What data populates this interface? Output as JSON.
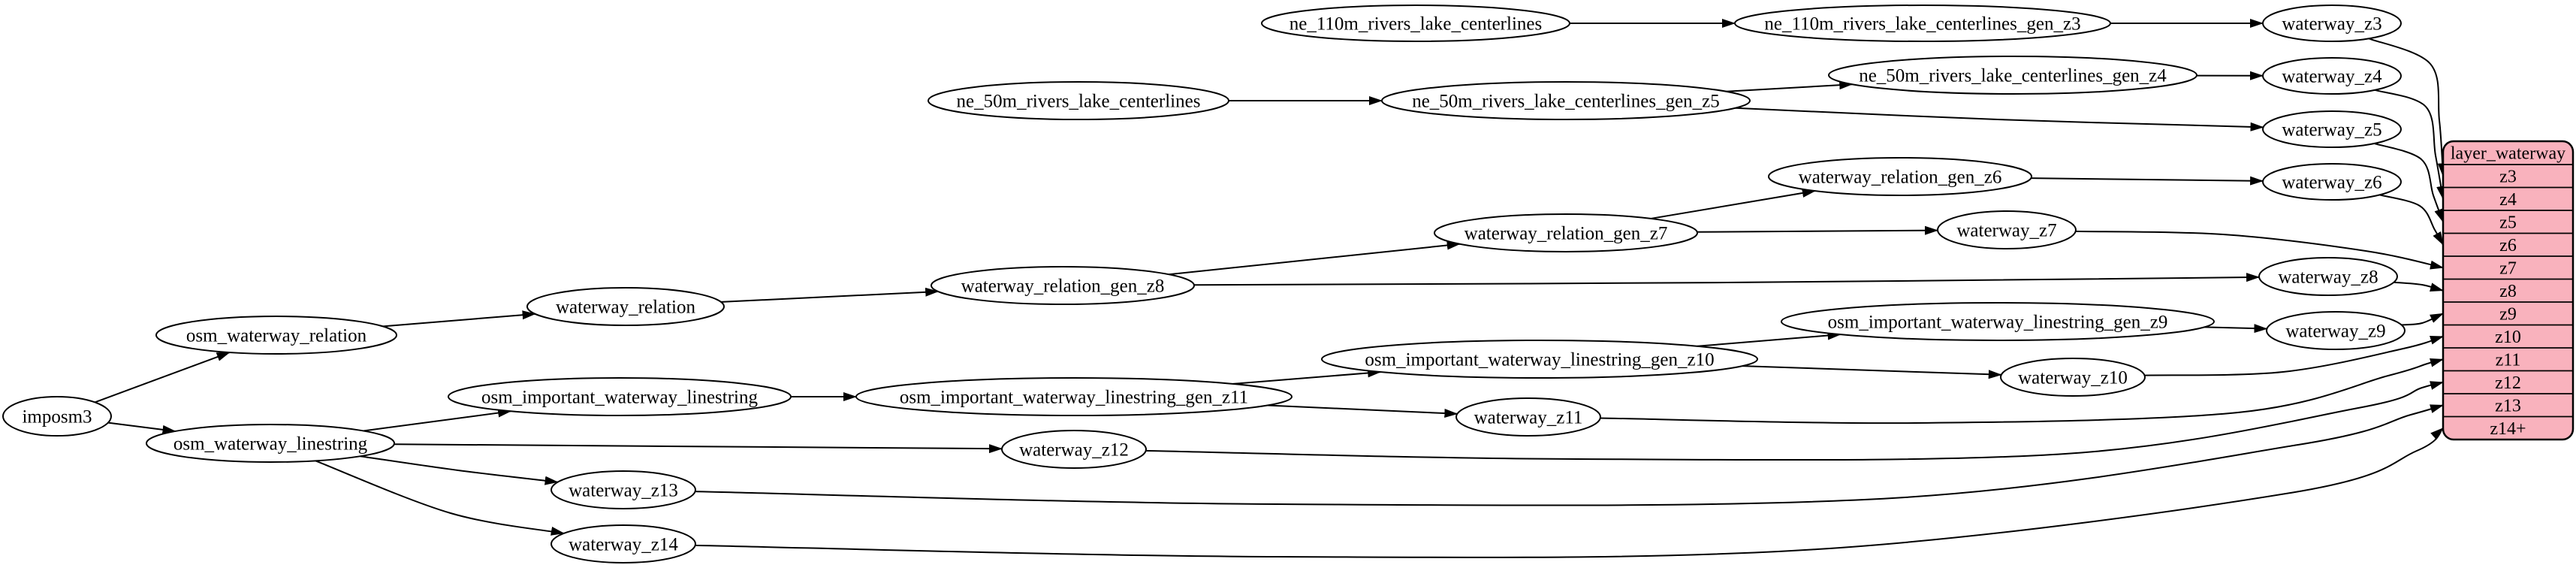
{
  "diagram": {
    "colors": {
      "background": "#ffffff",
      "node_fill": "#ffffff",
      "node_stroke": "#000000",
      "edge": "#000000",
      "table_fill": "#f9b2bd",
      "table_stroke": "#000000"
    },
    "nodes": [
      {
        "id": "imposm3",
        "label": "imposm3"
      },
      {
        "id": "osm_waterway_relation",
        "label": "osm_waterway_relation"
      },
      {
        "id": "waterway_relation",
        "label": "waterway_relation"
      },
      {
        "id": "waterway_relation_gen_z8",
        "label": "waterway_relation_gen_z8"
      },
      {
        "id": "waterway_relation_gen_z7",
        "label": "waterway_relation_gen_z7"
      },
      {
        "id": "waterway_relation_gen_z6",
        "label": "waterway_relation_gen_z6"
      },
      {
        "id": "ne_110m_rivers_lake_centerlines",
        "label": "ne_110m_rivers_lake_centerlines"
      },
      {
        "id": "ne_110m_rivers_lake_centerlines_gen_z3",
        "label": "ne_110m_rivers_lake_centerlines_gen_z3"
      },
      {
        "id": "ne_50m_rivers_lake_centerlines",
        "label": "ne_50m_rivers_lake_centerlines"
      },
      {
        "id": "ne_50m_rivers_lake_centerlines_gen_z5",
        "label": "ne_50m_rivers_lake_centerlines_gen_z5"
      },
      {
        "id": "ne_50m_rivers_lake_centerlines_gen_z4",
        "label": "ne_50m_rivers_lake_centerlines_gen_z4"
      },
      {
        "id": "osm_waterway_linestring",
        "label": "osm_waterway_linestring"
      },
      {
        "id": "osm_important_waterway_linestring",
        "label": "osm_important_waterway_linestring"
      },
      {
        "id": "osm_important_waterway_linestring_gen_z11",
        "label": "osm_important_waterway_linestring_gen_z11"
      },
      {
        "id": "osm_important_waterway_linestring_gen_z10",
        "label": "osm_important_waterway_linestring_gen_z10"
      },
      {
        "id": "osm_important_waterway_linestring_gen_z9",
        "label": "osm_important_waterway_linestring_gen_z9"
      },
      {
        "id": "waterway_z3",
        "label": "waterway_z3"
      },
      {
        "id": "waterway_z4",
        "label": "waterway_z4"
      },
      {
        "id": "waterway_z5",
        "label": "waterway_z5"
      },
      {
        "id": "waterway_z6",
        "label": "waterway_z6"
      },
      {
        "id": "waterway_z7",
        "label": "waterway_z7"
      },
      {
        "id": "waterway_z8",
        "label": "waterway_z8"
      },
      {
        "id": "waterway_z9",
        "label": "waterway_z9"
      },
      {
        "id": "waterway_z10",
        "label": "waterway_z10"
      },
      {
        "id": "waterway_z11",
        "label": "waterway_z11"
      },
      {
        "id": "waterway_z12",
        "label": "waterway_z12"
      },
      {
        "id": "waterway_z13",
        "label": "waterway_z13"
      },
      {
        "id": "waterway_z14",
        "label": "waterway_z14"
      }
    ],
    "edges": [
      {
        "from": "imposm3",
        "to": "osm_waterway_relation"
      },
      {
        "from": "imposm3",
        "to": "osm_waterway_linestring"
      },
      {
        "from": "osm_waterway_relation",
        "to": "waterway_relation"
      },
      {
        "from": "waterway_relation",
        "to": "waterway_relation_gen_z8"
      },
      {
        "from": "waterway_relation_gen_z8",
        "to": "waterway_relation_gen_z7"
      },
      {
        "from": "waterway_relation_gen_z8",
        "to": "waterway_z8"
      },
      {
        "from": "waterway_relation_gen_z7",
        "to": "waterway_relation_gen_z6"
      },
      {
        "from": "waterway_relation_gen_z7",
        "to": "waterway_z7"
      },
      {
        "from": "waterway_relation_gen_z6",
        "to": "waterway_z6"
      },
      {
        "from": "ne_110m_rivers_lake_centerlines",
        "to": "ne_110m_rivers_lake_centerlines_gen_z3"
      },
      {
        "from": "ne_110m_rivers_lake_centerlines_gen_z3",
        "to": "waterway_z3"
      },
      {
        "from": "ne_50m_rivers_lake_centerlines",
        "to": "ne_50m_rivers_lake_centerlines_gen_z5"
      },
      {
        "from": "ne_50m_rivers_lake_centerlines_gen_z5",
        "to": "ne_50m_rivers_lake_centerlines_gen_z4"
      },
      {
        "from": "ne_50m_rivers_lake_centerlines_gen_z5",
        "to": "waterway_z5"
      },
      {
        "from": "ne_50m_rivers_lake_centerlines_gen_z4",
        "to": "waterway_z4"
      },
      {
        "from": "osm_waterway_linestring",
        "to": "osm_important_waterway_linestring"
      },
      {
        "from": "osm_waterway_linestring",
        "to": "waterway_z12"
      },
      {
        "from": "osm_waterway_linestring",
        "to": "waterway_z13"
      },
      {
        "from": "osm_waterway_linestring",
        "to": "waterway_z14"
      },
      {
        "from": "osm_important_waterway_linestring",
        "to": "osm_important_waterway_linestring_gen_z11"
      },
      {
        "from": "osm_important_waterway_linestring_gen_z11",
        "to": "osm_important_waterway_linestring_gen_z10"
      },
      {
        "from": "osm_important_waterway_linestring_gen_z11",
        "to": "waterway_z11"
      },
      {
        "from": "osm_important_waterway_linestring_gen_z10",
        "to": "osm_important_waterway_linestring_gen_z9"
      },
      {
        "from": "osm_important_waterway_linestring_gen_z10",
        "to": "waterway_z10"
      },
      {
        "from": "osm_important_waterway_linestring_gen_z9",
        "to": "waterway_z9"
      },
      {
        "from": "waterway_z3",
        "to": "layer_waterway.z3"
      },
      {
        "from": "waterway_z4",
        "to": "layer_waterway.z4"
      },
      {
        "from": "waterway_z5",
        "to": "layer_waterway.z5"
      },
      {
        "from": "waterway_z6",
        "to": "layer_waterway.z6"
      },
      {
        "from": "waterway_z7",
        "to": "layer_waterway.z7"
      },
      {
        "from": "waterway_z8",
        "to": "layer_waterway.z8"
      },
      {
        "from": "waterway_z9",
        "to": "layer_waterway.z9"
      },
      {
        "from": "waterway_z10",
        "to": "layer_waterway.z10"
      },
      {
        "from": "waterway_z11",
        "to": "layer_waterway.z11"
      },
      {
        "from": "waterway_z12",
        "to": "layer_waterway.z12"
      },
      {
        "from": "waterway_z13",
        "to": "layer_waterway.z13"
      },
      {
        "from": "waterway_z14",
        "to": "layer_waterway.z14+"
      }
    ],
    "table": {
      "title": "layer_waterway",
      "rows": [
        "z3",
        "z4",
        "z5",
        "z6",
        "z7",
        "z8",
        "z9",
        "z10",
        "z11",
        "z12",
        "z13",
        "z14+"
      ]
    }
  }
}
